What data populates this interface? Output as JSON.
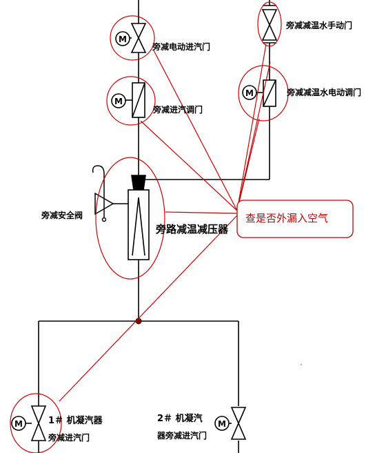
{
  "labels": {
    "top_electric_inlet_valve": "旁减电动进汽门",
    "manual_water_valve": "旁减减温水手动门",
    "steam_regulating_valve": "旁减进汽调门",
    "water_electric_regulating_valve": "旁减减温水电动调门",
    "safety_valve": "旁减安全阀",
    "pressure_reducer": "旁路减温减压器",
    "condenser1_line1": "1＃ 机凝汽器",
    "condenser1_line2": "旁减进汽门",
    "condenser2_line1": "2＃ 机凝汽",
    "condenser2_line2": "器旁减进汽门"
  },
  "callout": {
    "text": "查是否外漏入空气"
  },
  "motor_symbol": "M",
  "colors": {
    "lines": "#000000",
    "annotation": "#cc0000"
  }
}
